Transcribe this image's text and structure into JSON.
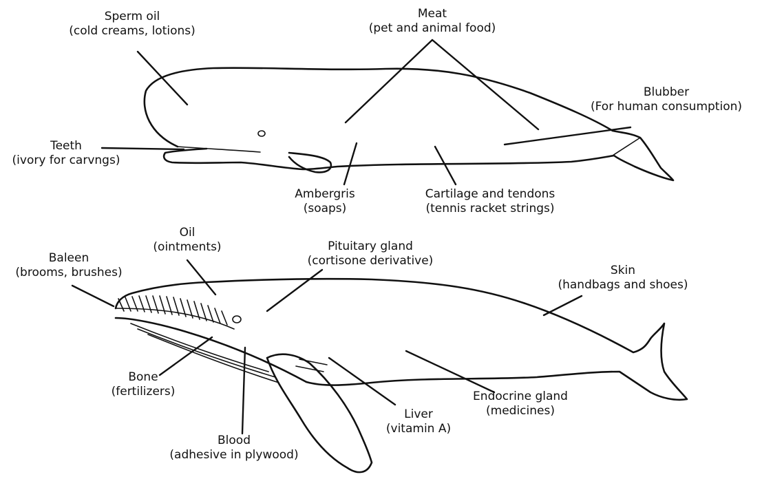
{
  "diagram": {
    "sperm_whale": {
      "labels": {
        "sperm_oil": [
          "Sperm oil",
          "(cold creams, lotions)"
        ],
        "meat": [
          "Meat",
          "(pet and animal food)"
        ],
        "blubber": [
          "Blubber",
          "(For human consumption)"
        ],
        "teeth": [
          "Teeth",
          "(ivory for carvngs)"
        ],
        "ambergris": [
          "Ambergris",
          "(soaps)"
        ],
        "cartilage": [
          "Cartilage and tendons",
          "(tennis racket strings)"
        ]
      }
    },
    "baleen_whale": {
      "labels": {
        "oil": [
          "Oil",
          "(ointments)"
        ],
        "baleen": [
          "Baleen",
          "(brooms, brushes)"
        ],
        "pituitary": [
          "Pituitary gland",
          "(cortisone derivative)"
        ],
        "skin": [
          "Skin",
          "(handbags and shoes)"
        ],
        "bone": [
          "Bone",
          "(fertilizers)"
        ],
        "blood": [
          "Blood",
          "(adhesive in plywood)"
        ],
        "liver": [
          "Liver",
          "(vitamin A)"
        ],
        "endocrine": [
          "Endocrine gland",
          "(medicines)"
        ]
      }
    }
  }
}
